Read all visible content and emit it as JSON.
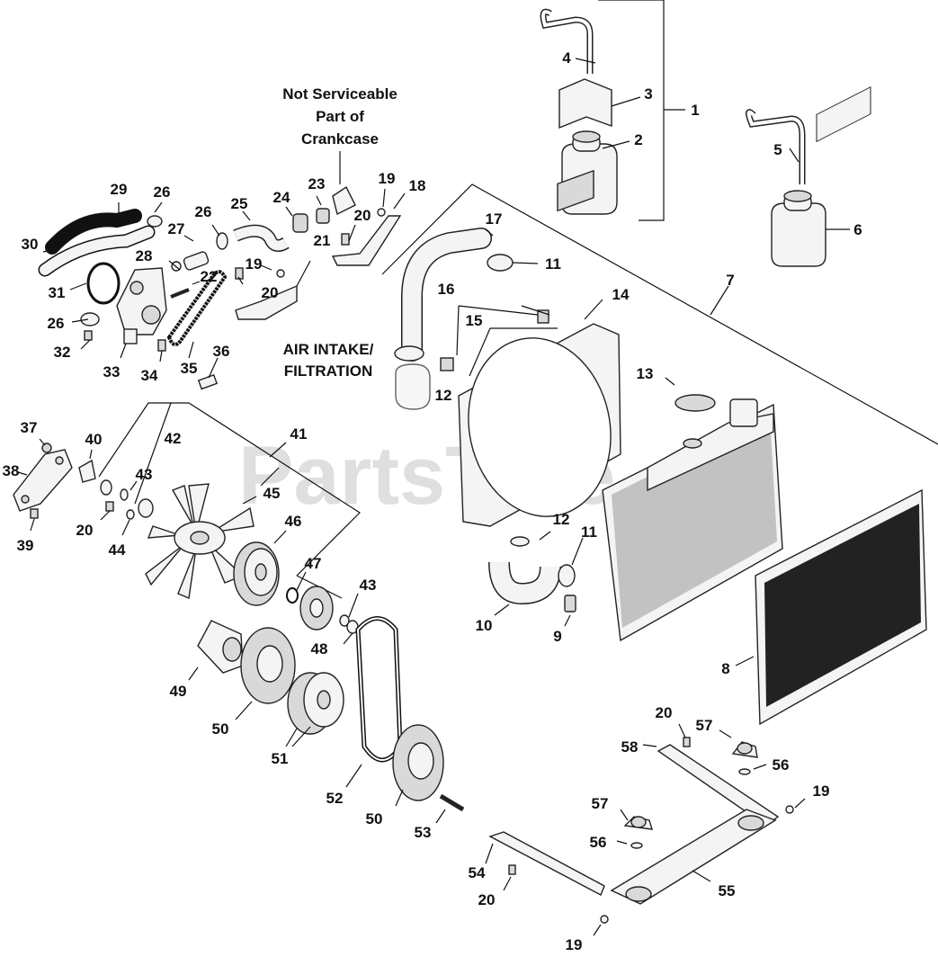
{
  "watermark": "PartsTree",
  "notes": {
    "not_serviceable": [
      "Not Serviceable",
      "Part of",
      "Crankcase"
    ],
    "air_intake": [
      "AIR INTAKE/",
      "FILTRATION"
    ]
  },
  "callouts": [
    {
      "id": "c1",
      "text": "1"
    },
    {
      "id": "c2",
      "text": "2"
    },
    {
      "id": "c3",
      "text": "3"
    },
    {
      "id": "c4",
      "text": "4"
    },
    {
      "id": "c5",
      "text": "5"
    },
    {
      "id": "c6",
      "text": "6"
    },
    {
      "id": "c7",
      "text": "7"
    },
    {
      "id": "c8",
      "text": "8"
    },
    {
      "id": "c9",
      "text": "9"
    },
    {
      "id": "c10",
      "text": "10"
    },
    {
      "id": "c11a",
      "text": "11"
    },
    {
      "id": "c11b",
      "text": "11"
    },
    {
      "id": "c12a",
      "text": "12"
    },
    {
      "id": "c12b",
      "text": "12"
    },
    {
      "id": "c13",
      "text": "13"
    },
    {
      "id": "c14",
      "text": "14"
    },
    {
      "id": "c15",
      "text": "15"
    },
    {
      "id": "c16",
      "text": "16"
    },
    {
      "id": "c17",
      "text": "17"
    },
    {
      "id": "c18",
      "text": "18"
    },
    {
      "id": "c19a",
      "text": "19"
    },
    {
      "id": "c19b",
      "text": "19"
    },
    {
      "id": "c19c",
      "text": "19"
    },
    {
      "id": "c19d",
      "text": "19"
    },
    {
      "id": "c20a",
      "text": "20"
    },
    {
      "id": "c20b",
      "text": "20"
    },
    {
      "id": "c20c",
      "text": "20"
    },
    {
      "id": "c20d",
      "text": "20"
    },
    {
      "id": "c20e",
      "text": "20"
    },
    {
      "id": "c21",
      "text": "21"
    },
    {
      "id": "c22",
      "text": "22"
    },
    {
      "id": "c23",
      "text": "23"
    },
    {
      "id": "c24",
      "text": "24"
    },
    {
      "id": "c25",
      "text": "25"
    },
    {
      "id": "c26a",
      "text": "26"
    },
    {
      "id": "c26b",
      "text": "26"
    },
    {
      "id": "c26c",
      "text": "26"
    },
    {
      "id": "c27",
      "text": "27"
    },
    {
      "id": "c28",
      "text": "28"
    },
    {
      "id": "c29",
      "text": "29"
    },
    {
      "id": "c30",
      "text": "30"
    },
    {
      "id": "c31",
      "text": "31"
    },
    {
      "id": "c32",
      "text": "32"
    },
    {
      "id": "c33",
      "text": "33"
    },
    {
      "id": "c34",
      "text": "34"
    },
    {
      "id": "c35",
      "text": "35"
    },
    {
      "id": "c36",
      "text": "36"
    },
    {
      "id": "c37",
      "text": "37"
    },
    {
      "id": "c38",
      "text": "38"
    },
    {
      "id": "c39",
      "text": "39"
    },
    {
      "id": "c40",
      "text": "40"
    },
    {
      "id": "c41",
      "text": "41"
    },
    {
      "id": "c42",
      "text": "42"
    },
    {
      "id": "c43a",
      "text": "43"
    },
    {
      "id": "c43b",
      "text": "43"
    },
    {
      "id": "c44",
      "text": "44"
    },
    {
      "id": "c45",
      "text": "45"
    },
    {
      "id": "c46",
      "text": "46"
    },
    {
      "id": "c47",
      "text": "47"
    },
    {
      "id": "c48",
      "text": "48"
    },
    {
      "id": "c49",
      "text": "49"
    },
    {
      "id": "c50a",
      "text": "50"
    },
    {
      "id": "c50b",
      "text": "50"
    },
    {
      "id": "c51",
      "text": "51"
    },
    {
      "id": "c52",
      "text": "52"
    },
    {
      "id": "c53",
      "text": "53"
    },
    {
      "id": "c54",
      "text": "54"
    },
    {
      "id": "c55",
      "text": "55"
    },
    {
      "id": "c56a",
      "text": "56"
    },
    {
      "id": "c56b",
      "text": "56"
    },
    {
      "id": "c57a",
      "text": "57"
    },
    {
      "id": "c57b",
      "text": "57"
    },
    {
      "id": "c58",
      "text": "58"
    }
  ]
}
